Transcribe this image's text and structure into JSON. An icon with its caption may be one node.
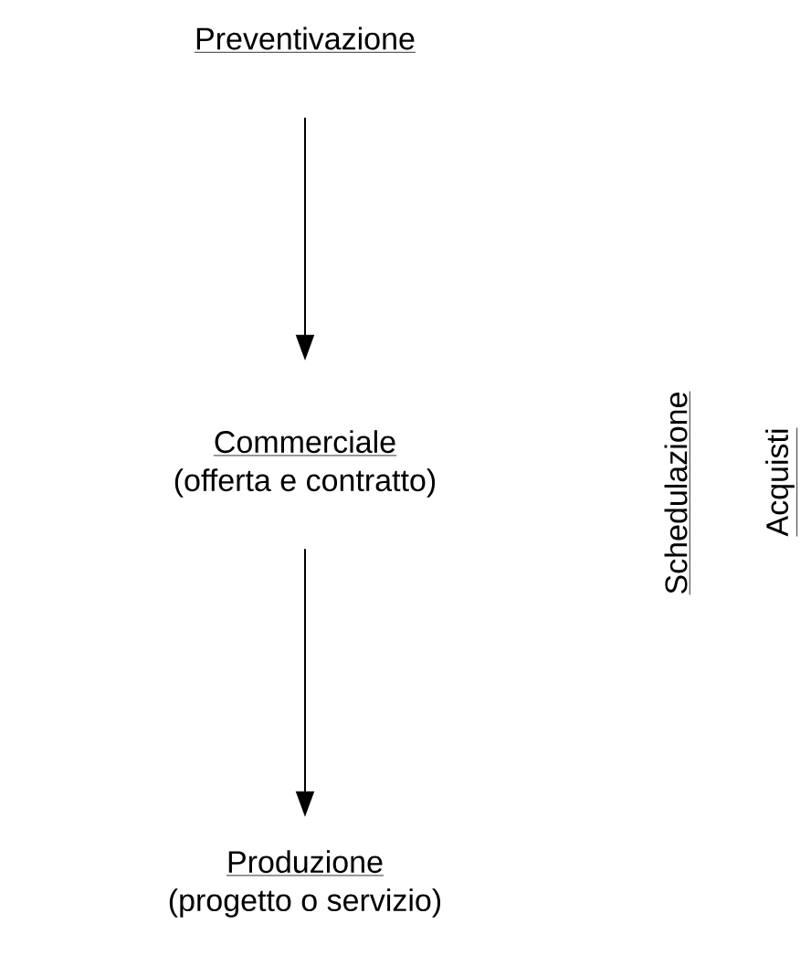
{
  "diagram": {
    "nodes": [
      {
        "text": [
          "Preventivazione"
        ]
      },
      {
        "text": [
          "Commerciale",
          "(offerta e contratto)"
        ]
      },
      {
        "text": [
          "Produzione",
          "(progetto o servizio)"
        ]
      }
    ],
    "edges": [
      {
        "from": 0,
        "to": 1,
        "arrow": "to"
      },
      {
        "from": 1,
        "to": 2,
        "arrow": "to"
      }
    ],
    "labels": [
      "Schedulazione",
      "Acquisti"
    ]
  }
}
